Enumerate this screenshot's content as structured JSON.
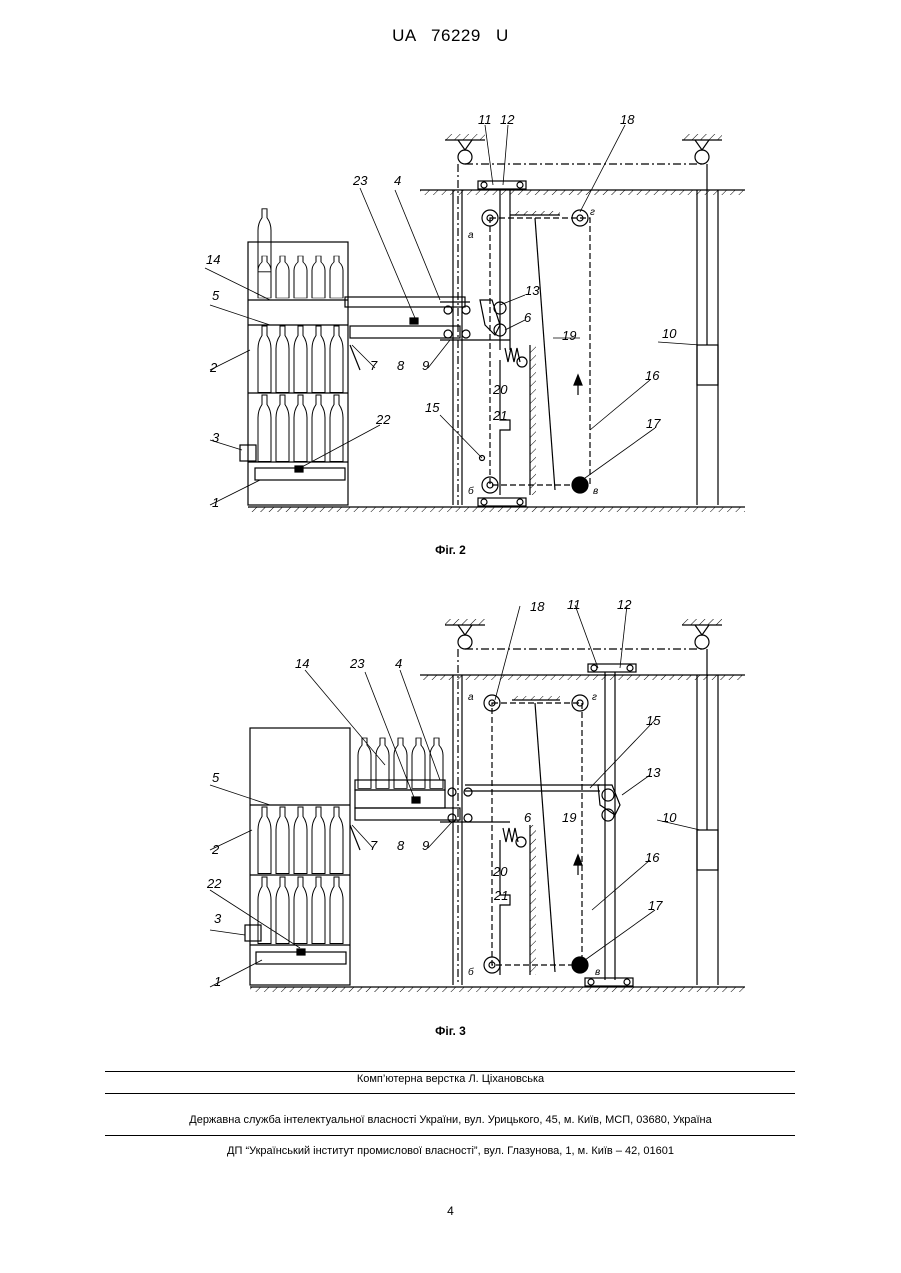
{
  "header": {
    "doc_id": "UA   76229   U"
  },
  "figures": [
    {
      "caption": "Фіг. 2",
      "labels": {
        "l1": "1",
        "l2": "2",
        "l3": "3",
        "l4": "4",
        "l5": "5",
        "l6": "6",
        "l7": "7",
        "l8": "8",
        "l9": "9",
        "l10": "10",
        "l11": "11",
        "l12": "12",
        "l13": "13",
        "l14": "14",
        "l15": "15",
        "l16": "16",
        "l17": "17",
        "l18": "18",
        "l19": "19",
        "l20": "20",
        "l21": "21",
        "l22": "22",
        "l23": "23",
        "la": "а",
        "lb": "б",
        "lv": "в",
        "lg": "г"
      }
    },
    {
      "caption": "Фіг. 3",
      "labels": {
        "l1": "1",
        "l2": "2",
        "l3": "3",
        "l4": "4",
        "l5": "5",
        "l6": "6",
        "l7": "7",
        "l8": "8",
        "l9": "9",
        "l10": "10",
        "l11": "11",
        "l12": "12",
        "l13": "13",
        "l14": "14",
        "l15": "15",
        "l16": "16",
        "l17": "17",
        "l18": "18",
        "l19": "19",
        "l20": "20",
        "l21": "21",
        "l22": "22",
        "l23": "23",
        "la": "а",
        "lb": "б",
        "lv": "в",
        "lg": "г"
      }
    }
  ],
  "footer": {
    "layout_credit": "Комп’ютерна верстка Л. Ціхановська",
    "agency": "Державна служба інтелектуальної власності України, вул. Урицького, 45, м. Київ, МСП, 03680, Україна",
    "institute": "ДП “Український інститут промислової власності”, вул. Глазунова, 1, м. Київ – 42, 01601"
  },
  "page_number": "4"
}
